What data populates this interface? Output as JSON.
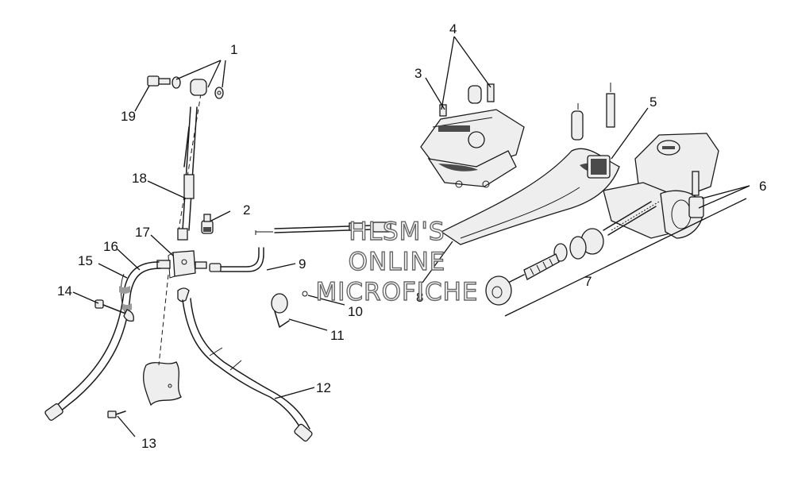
{
  "diagram": {
    "callouts": [
      {
        "id": "1",
        "label": "1"
      },
      {
        "id": "2",
        "label": "2"
      },
      {
        "id": "3",
        "label": "3"
      },
      {
        "id": "4",
        "label": "4"
      },
      {
        "id": "5",
        "label": "5"
      },
      {
        "id": "6",
        "label": "6"
      },
      {
        "id": "7",
        "label": "7"
      },
      {
        "id": "8",
        "label": "8"
      },
      {
        "id": "9",
        "label": "9"
      },
      {
        "id": "10",
        "label": "10"
      },
      {
        "id": "11",
        "label": "11"
      },
      {
        "id": "12",
        "label": "12"
      },
      {
        "id": "13",
        "label": "13"
      },
      {
        "id": "14",
        "label": "14"
      },
      {
        "id": "15",
        "label": "15"
      },
      {
        "id": "16",
        "label": "16"
      },
      {
        "id": "17",
        "label": "17"
      },
      {
        "id": "18",
        "label": "18"
      },
      {
        "id": "19",
        "label": "19"
      }
    ]
  },
  "watermark": {
    "line1": "HLSM'S",
    "line2": "ONLINE",
    "line3": "MICROFICHE"
  },
  "colors": {
    "line": "#1a1a1a",
    "background": "#ffffff",
    "watermark_outline": "#666666"
  }
}
